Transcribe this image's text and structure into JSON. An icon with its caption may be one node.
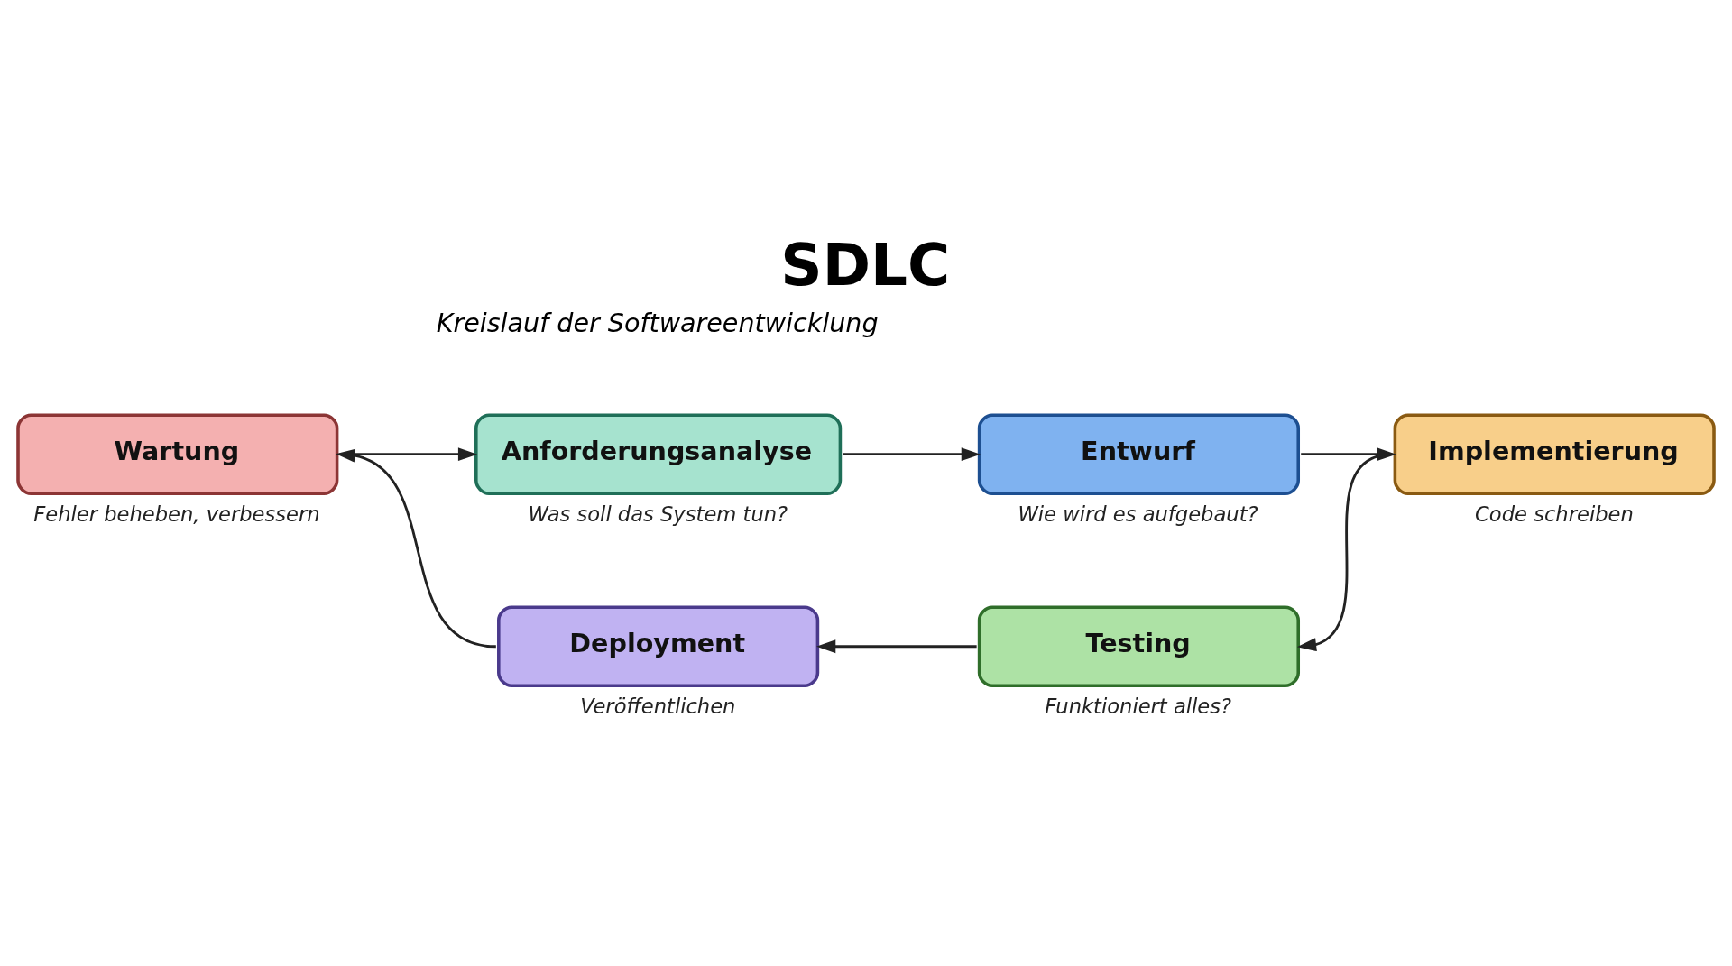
{
  "diagram": {
    "title": "SDLC",
    "nodes": [
      {
        "text": [
          "Anforderungsanalyse"
        ],
        "beside": [
          "Was soll das System tun?"
        ]
      },
      {
        "text": [
          "Entwurf"
        ],
        "beside": [
          "Wie wird es aufgebaut?"
        ]
      },
      {
        "text": [
          "Implementierung"
        ],
        "beside": [
          "Code schreiben"
        ]
      },
      {
        "text": [
          "Testing"
        ],
        "beside": [
          "Funktioniert alles?"
        ]
      },
      {
        "text": [
          "Deployment"
        ],
        "beside": [
          "Veröffentlichen"
        ]
      },
      {
        "text": [
          "Wartung"
        ],
        "beside": [
          "Fehler beheben, verbessern"
        ]
      }
    ],
    "edges": [
      {
        "from": 0,
        "to": 1,
        "arrow": "to"
      },
      {
        "from": 1,
        "to": 2,
        "arrow": "to"
      },
      {
        "from": 2,
        "to": 3,
        "arrow": "to"
      },
      {
        "from": 3,
        "to": 4,
        "arrow": "to"
      },
      {
        "from": 4,
        "to": 5,
        "arrow": "to"
      },
      {
        "from": 5,
        "to": 0,
        "arrow": "to"
      }
    ],
    "labels": [
      "Kreislauf der Softwareentwicklung"
    ]
  }
}
